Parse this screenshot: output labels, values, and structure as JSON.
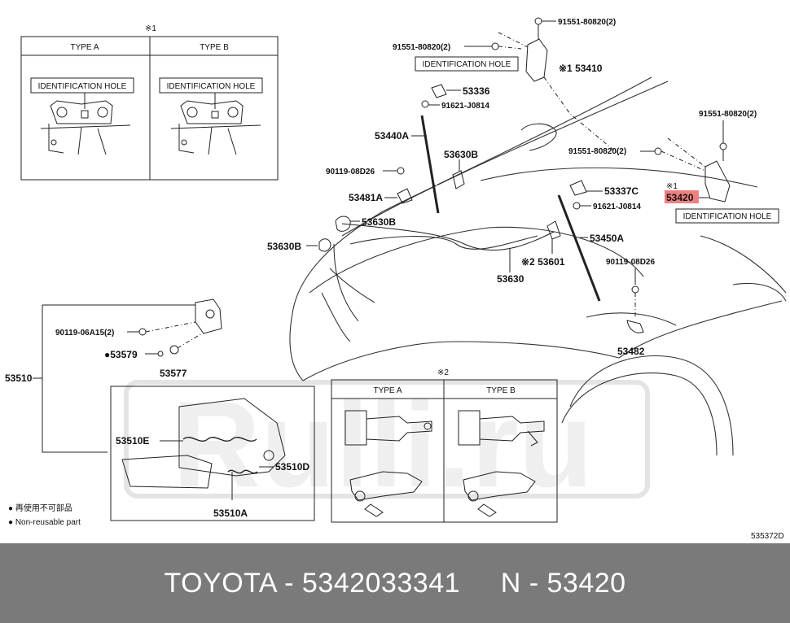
{
  "diagram": {
    "type_box_top": {
      "note": "※1",
      "type_a": "TYPE A",
      "type_b": "TYPE B",
      "id_hole": "IDENTIFICATION HOLE"
    },
    "type_box_bottom": {
      "note": "※2",
      "type_a": "TYPE A",
      "type_b": "TYPE B"
    },
    "labels": {
      "p91551_top": "91551-80820(2)",
      "p91551_left": "91551-80820(2)",
      "id_hole_1": "IDENTIFICATION HOLE",
      "p53410": "※1 53410",
      "p53336": "53336",
      "p91621_a": "91621-J0814",
      "p53440A": "53440A",
      "p53630B_a": "53630B",
      "p90119_a": "90119-08D26",
      "p53481A": "53481A",
      "p53630B_b": "53630B",
      "p53630B_c": "53630B",
      "p91551_right": "91551-80820(2)",
      "p91551_mid": "91551-80820(2)",
      "note_1": "※1",
      "p53420": "53420",
      "id_hole_2": "IDENTIFICATION HOLE",
      "p53337C": "53337C",
      "p91621_b": "91621-J0814",
      "p53450A": "53450A",
      "p53601": "※2 53601",
      "p53630": "53630",
      "p90119_b": "90119-08D26",
      "p53482": "53482",
      "p90119_c": "90119-06A15(2)",
      "p53579": "●53579",
      "p53577": "53577",
      "p53510": "53510",
      "p53510E": "53510E",
      "p53510D": "53510D",
      "p53510A": "53510A",
      "legend_jp": "● 再使用不可部品",
      "legend_en": "● Non-reusable part",
      "fig_code": "535372D"
    },
    "highlight_color": "#f08080"
  },
  "footer": {
    "text": "TOYOTA - 5342033341     N - 53420",
    "bg": "#7a7a7a"
  }
}
